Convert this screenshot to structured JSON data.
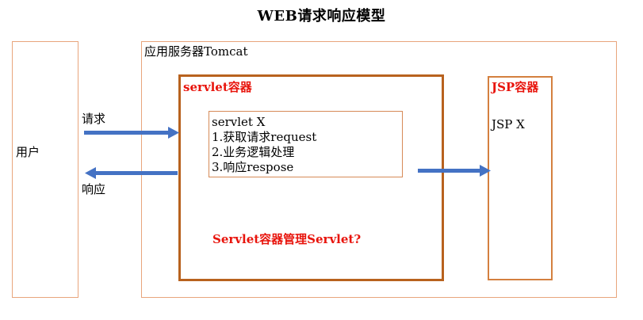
{
  "title": "WEB请求响应模型",
  "user": {
    "label": "用户"
  },
  "app_server": {
    "label": "应用服务器Tomcat"
  },
  "servlet_container": {
    "label": "servlet容器",
    "question": "Servlet容器管理Servlet?",
    "servlet": {
      "name": "servlet X",
      "steps": [
        "1.获取请求request",
        "2.业务逻辑处理",
        "3.响应respose"
      ]
    }
  },
  "jsp_container": {
    "label": "JSP容器",
    "item": "JSP X"
  },
  "arrows": {
    "request_label": "请求",
    "response_label": "响应"
  },
  "colors": {
    "container_border": "#b8621e",
    "box_border": "#e8a57c",
    "arrow": "#4472c4",
    "highlight_text": "#e8140c"
  }
}
